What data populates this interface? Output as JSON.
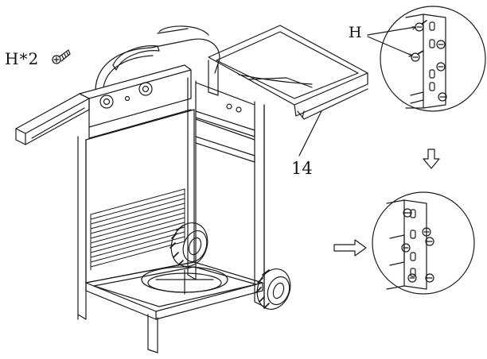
{
  "labels": {
    "screw_count": "H*2",
    "screw_part": "H",
    "shelf_part": "14"
  },
  "colors": {
    "line": "#1a1a1a",
    "background": "#ffffff"
  },
  "icons": {
    "step_arrow": "down-arrow-icon",
    "pointer_arrow": "right-arrow-icon"
  }
}
